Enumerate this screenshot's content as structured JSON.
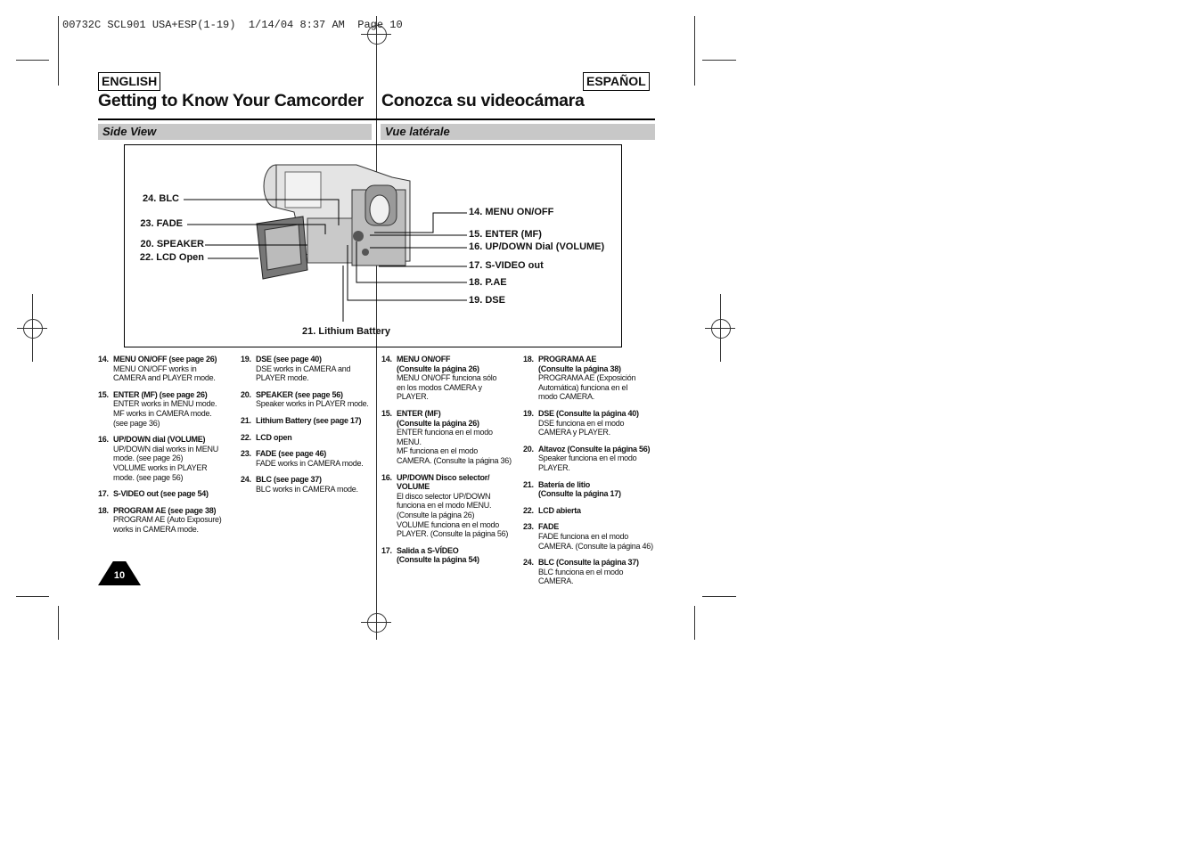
{
  "slug": "00732C SCL901 USA+ESP(1-19)  1/14/04 8:37 AM  Page 10",
  "english": {
    "lang_label": "ENGLISH",
    "title": "Getting to Know Your Camcorder",
    "section": "Side View",
    "col1": [
      {
        "num": "14.",
        "title": [
          "MENU ON/OFF (see page 26)"
        ],
        "desc": [
          "MENU ON/OFF works in",
          "CAMERA and PLAYER mode."
        ]
      },
      {
        "num": "15.",
        "title": [
          "ENTER (MF) (see page 26)"
        ],
        "desc": [
          "ENTER works in MENU mode.",
          "MF works in CAMERA mode.",
          "(see page 36)"
        ]
      },
      {
        "num": "16.",
        "title": [
          "UP/DOWN dial (VOLUME)"
        ],
        "desc": [
          "UP/DOWN dial works in MENU",
          "mode. (see page 26)",
          "VOLUME works in PLAYER",
          "mode. (see page 56)"
        ]
      },
      {
        "num": "17.",
        "title": [
          "S-VIDEO out (see page 54)"
        ],
        "desc": []
      },
      {
        "num": "18.",
        "title": [
          "PROGRAM AE (see page 38)"
        ],
        "desc": [
          "PROGRAM AE (Auto Exposure)",
          "works in CAMERA mode."
        ]
      }
    ],
    "col2": [
      {
        "num": "19.",
        "title": [
          "DSE (see page 40)"
        ],
        "desc": [
          "DSE works in CAMERA and",
          "PLAYER mode."
        ]
      },
      {
        "num": "20.",
        "title": [
          "SPEAKER (see page 56)"
        ],
        "desc": [
          "Speaker works in PLAYER mode."
        ]
      },
      {
        "num": "21.",
        "title": [
          "Lithium Battery (see page 17)"
        ],
        "desc": []
      },
      {
        "num": "22.",
        "title": [
          "LCD open"
        ],
        "desc": []
      },
      {
        "num": "23.",
        "title": [
          "FADE (see page 46)"
        ],
        "desc": [
          "FADE works in CAMERA mode."
        ]
      },
      {
        "num": "24.",
        "title": [
          "BLC (see page 37)"
        ],
        "desc": [
          "BLC works in CAMERA mode."
        ]
      }
    ]
  },
  "spanish": {
    "lang_label": "ESPAÑOL",
    "title": "Conozca su videocámara",
    "section": "Vue latérale",
    "col1": [
      {
        "num": "14.",
        "title": [
          "MENU ON/OFF",
          "(Consulte la página 26)"
        ],
        "desc": [
          "MENU ON/OFF funciona sólo",
          "en los modos CAMERA y",
          "PLAYER."
        ]
      },
      {
        "num": "15.",
        "title": [
          "ENTER (MF)",
          "(Consulte la página 26)"
        ],
        "desc": [
          "ENTER funciona en el modo",
          "MENU.",
          "MF funciona en el modo",
          "CAMERA. (Consulte la página 36)"
        ]
      },
      {
        "num": "16.",
        "title": [
          "UP/DOWN Disco selector/",
          "VOLUME"
        ],
        "desc": [
          "El disco selector UP/DOWN",
          "funciona en el modo MENU.",
          "(Consulte la página 26)",
          "VOLUME funciona en el modo",
          "PLAYER. (Consulte la página 56)"
        ]
      },
      {
        "num": "17.",
        "title": [
          "Salida a S-VÍDEO",
          "(Consulte la página 54)"
        ],
        "desc": []
      }
    ],
    "col2": [
      {
        "num": "18.",
        "title": [
          "PROGRAMA AE",
          "(Consulte la página 38)"
        ],
        "desc": [
          "PROGRAMA AE (Exposición",
          "Automática) funciona en el",
          "modo CAMERA."
        ]
      },
      {
        "num": "19.",
        "title": [
          "DSE (Consulte la página 40)"
        ],
        "desc": [
          "DSE funciona en el modo",
          "CAMERA y PLAYER."
        ]
      },
      {
        "num": "20.",
        "title": [
          "Altavoz (Consulte la página 56)"
        ],
        "desc": [
          "Speaker funciona en el modo",
          "PLAYER."
        ]
      },
      {
        "num": "21.",
        "title": [
          "Batería de litio",
          "(Consulte la página 17)"
        ],
        "desc": []
      },
      {
        "num": "22.",
        "title": [
          "LCD abierta"
        ],
        "desc": []
      },
      {
        "num": "23.",
        "title": [
          "FADE"
        ],
        "desc": [
          "FADE funciona en el modo",
          "CAMERA. (Consulte la página 46)"
        ]
      },
      {
        "num": "24.",
        "title": [
          "BLC (Consulte la página 37)"
        ],
        "desc": [
          "BLC funciona en el modo",
          "CAMERA."
        ]
      }
    ]
  },
  "diagram_labels": {
    "blc": "24. BLC",
    "fade": "23. FADE",
    "speaker": "20. SPEAKER",
    "lcd_open": "22. LCD Open",
    "menu": "14. MENU ON/OFF",
    "enter": "15. ENTER (MF)",
    "updown": "16. UP/DOWN Dial (VOLUME)",
    "svideo": "17. S-VIDEO out",
    "pae": "18. P.AE",
    "dse": "19. DSE",
    "battery": "21. Lithium Battery"
  },
  "page_number": "10"
}
